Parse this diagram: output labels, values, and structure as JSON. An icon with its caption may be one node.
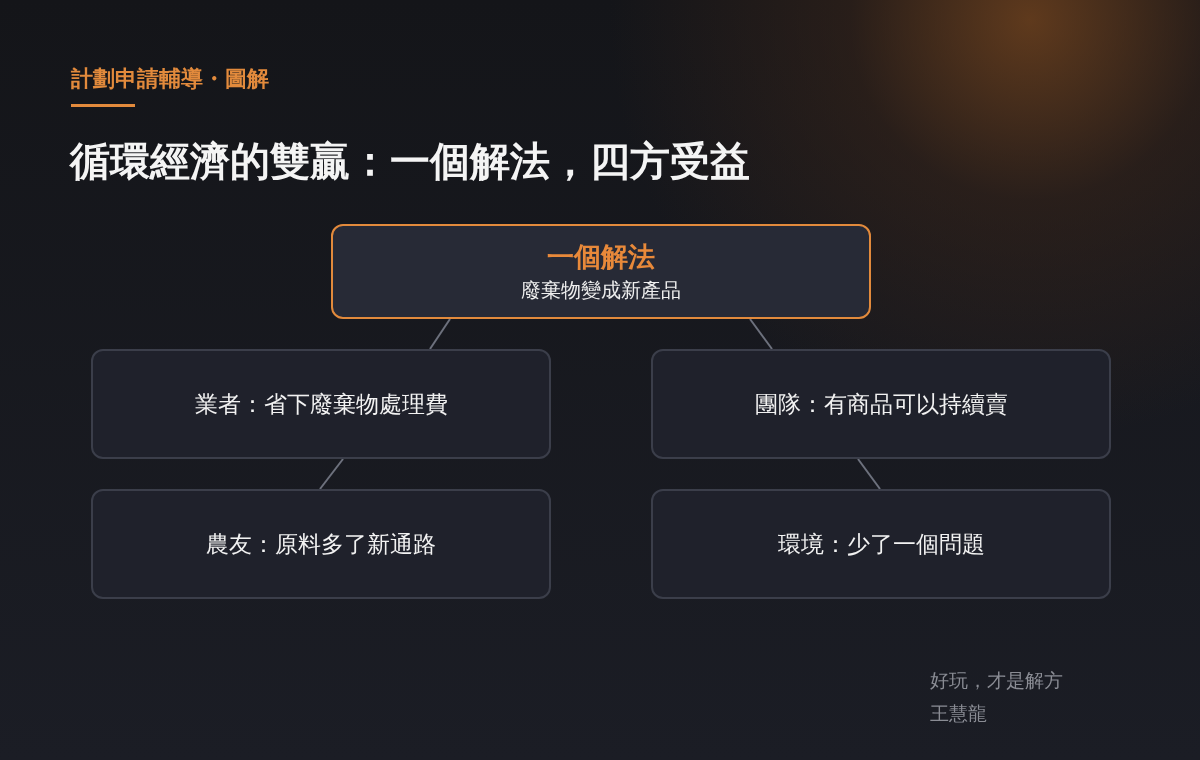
{
  "diagram": {
    "title": "循環經濟的雙贏：一個解法，四方受益",
    "nodes": [
      {
        "text": [
          "一個解法",
          "廢棄物變成新產品"
        ]
      },
      {
        "text": [
          "業者：省下廢棄物處理費"
        ]
      },
      {
        "text": [
          "團隊：有商品可以持續賣"
        ]
      },
      {
        "text": [
          "農友：原料多了新通路"
        ]
      },
      {
        "text": [
          "環境：少了一個問題"
        ]
      }
    ],
    "edges": [
      {
        "from": 0,
        "to": 1,
        "arrow": "none"
      },
      {
        "from": 0,
        "to": 2,
        "arrow": "none"
      },
      {
        "from": 1,
        "to": 3,
        "arrow": "none"
      },
      {
        "from": 2,
        "to": 4,
        "arrow": "none"
      }
    ],
    "labels": [
      "計劃申請輔導・圖解",
      "好玩，才是解方",
      "王慧龍"
    ]
  }
}
